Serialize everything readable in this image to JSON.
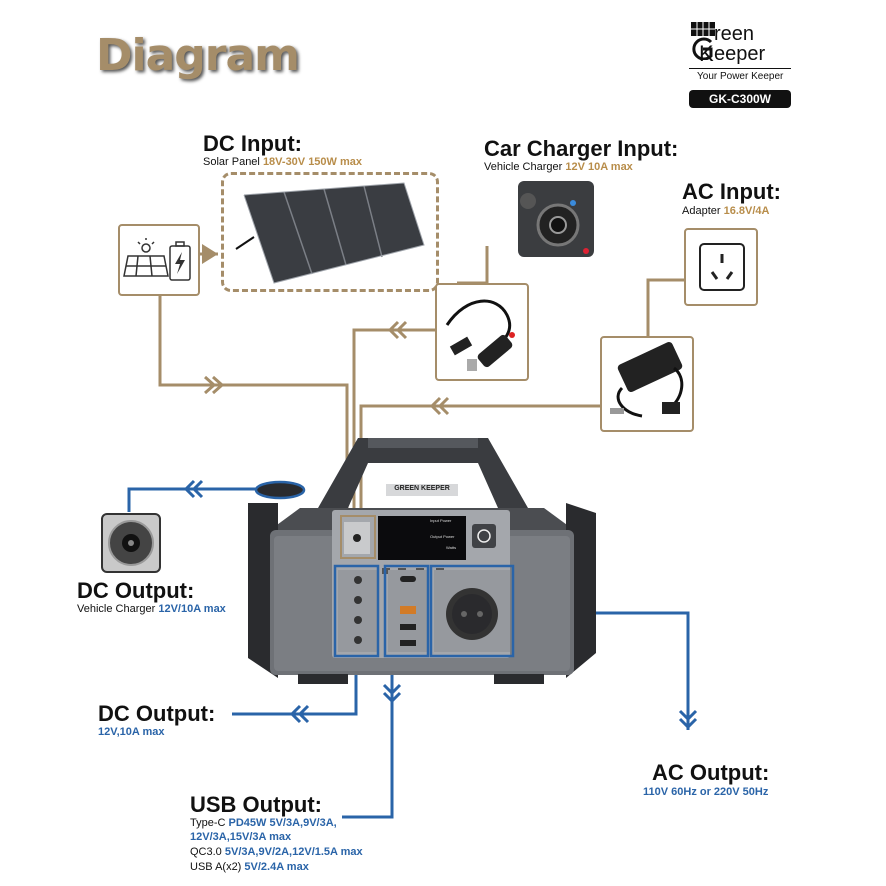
{
  "header": {
    "title": "Diagram",
    "logo_line1": "reen",
    "logo_line2": "eeper",
    "tagline": "Your Power Keeper",
    "model": "GK-C300W"
  },
  "inputs": {
    "dc": {
      "title": "DC Input:",
      "prefix": "Solar Panel ",
      "spec": "18V-30V 150W max"
    },
    "car": {
      "title": "Car Charger Input:",
      "prefix": "Vehicle Charger ",
      "spec": "12V 10A max"
    },
    "ac": {
      "title": "AC Input:",
      "prefix": "Adapter ",
      "spec": "16.8V/4A"
    }
  },
  "outputs": {
    "dc_vehicle": {
      "title": "DC Output:",
      "prefix": "Vehicle Charger ",
      "spec": "12V/10A max"
    },
    "dc": {
      "title": "DC Output:",
      "spec": "12V,10A max"
    },
    "ac": {
      "title": "AC Output:",
      "spec": "110V 60Hz or 220V 50Hz"
    },
    "usb": {
      "title": "USB Output:",
      "line1_prefix": "Type-C ",
      "line1_spec": "PD45W 5V/3A,9V/3A,",
      "line2_spec": "12V/3A,15V/3A max",
      "line3_prefix": "QC3.0 ",
      "line3_spec": "5V/3A,9V/2A,12V/1.5A max",
      "line4_prefix": "USB A(x2) ",
      "line4_spec": "5V/2.4A max"
    }
  },
  "device": {
    "brand": "GREEN KEEPER",
    "lcd_label1": "Input Power",
    "lcd_label2": "Output Power",
    "lcd_unit": "Watts"
  },
  "colors": {
    "gold": "#a58d69",
    "blue": "#2a64a8",
    "title": "#a58d69"
  }
}
